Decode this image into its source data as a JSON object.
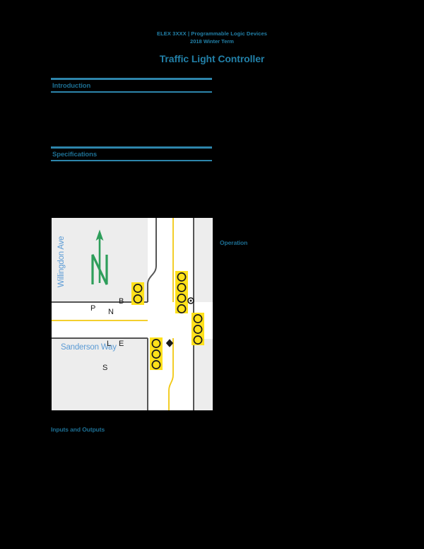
{
  "header": {
    "course_code": "ELEX 3XXX",
    "separator": "|",
    "course_name": "Programmable Logic Devices",
    "term": "2018 Winter Term",
    "title": "Traffic Light Controller"
  },
  "sections": [
    {
      "id": "introduction",
      "title": "Introduction"
    },
    {
      "id": "specifications",
      "title": "Specifications"
    }
  ],
  "subheadings": {
    "operation": "Operation",
    "inputs_outputs": "Inputs and Outputs"
  },
  "figure": {
    "street_vertical": "Willingdon Ave",
    "street_horizontal": "Sanderson Way",
    "compass": "N",
    "signals": [
      {
        "id": "P",
        "label": "P",
        "lamps": 2,
        "orientation": "vertical"
      },
      {
        "id": "N",
        "label": "N",
        "lamps": 4,
        "orientation": "vertical"
      },
      {
        "id": "E",
        "label": "E",
        "lamps": 3,
        "orientation": "vertical"
      },
      {
        "id": "S",
        "label": "S",
        "lamps": 3,
        "orientation": "vertical"
      }
    ],
    "markers": [
      {
        "id": "B",
        "label": "B",
        "shape": "circle"
      },
      {
        "id": "L",
        "label": "L",
        "shape": "diamond"
      }
    ]
  },
  "colors": {
    "page_background": "#000000",
    "accent_teal": "#2280a8",
    "heading_teal": "#1d6f93",
    "rule_teal": "#2d85ab",
    "map_background": "#ededed",
    "street_label_blue": "#5b9bd5",
    "signal_highlight_yellow": "#ffe11a",
    "center_line_yellow": "#f2c811",
    "road_edge_gray": "#555555",
    "compass_green": "#2e9e5b"
  }
}
